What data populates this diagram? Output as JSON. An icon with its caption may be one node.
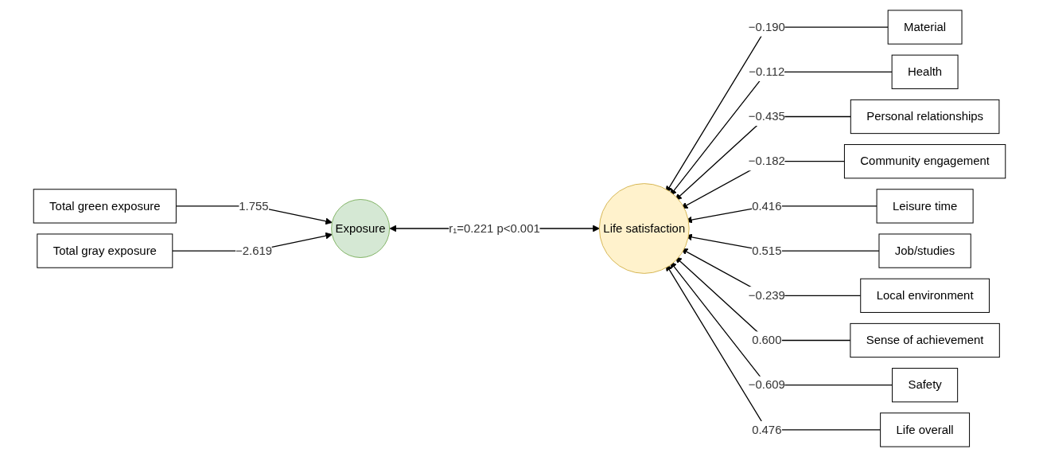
{
  "diagram": {
    "nodes": [
      {
        "text": [
          "Total green exposure"
        ]
      },
      {
        "text": [
          "Total gray exposure"
        ]
      },
      {
        "text": [
          "Exposure"
        ]
      },
      {
        "text": [
          "Life satisfaction"
        ]
      },
      {
        "text": [
          "Material"
        ]
      },
      {
        "text": [
          "Health"
        ]
      },
      {
        "text": [
          "Personal relationships"
        ]
      },
      {
        "text": [
          "Community engagement"
        ]
      },
      {
        "text": [
          "Leisure time"
        ]
      },
      {
        "text": [
          "Job/studies"
        ]
      },
      {
        "text": [
          "Local environment"
        ]
      },
      {
        "text": [
          "Sense of achievement"
        ]
      },
      {
        "text": [
          "Safety"
        ]
      },
      {
        "text": [
          "Life overall"
        ]
      }
    ],
    "edges": [
      {
        "from": 0,
        "to": 2,
        "arrow": "to",
        "label": "1.755"
      },
      {
        "from": 1,
        "to": 2,
        "arrow": "to",
        "label": "−2.619"
      },
      {
        "from": 2,
        "to": 3,
        "arrow": "both",
        "label": "r₁=0.221 p<0.001"
      },
      {
        "from": 4,
        "to": 3,
        "arrow": "to",
        "label": "−0.190"
      },
      {
        "from": 5,
        "to": 3,
        "arrow": "to",
        "label": "−0.112"
      },
      {
        "from": 6,
        "to": 3,
        "arrow": "to",
        "label": "−0.435"
      },
      {
        "from": 7,
        "to": 3,
        "arrow": "to",
        "label": "−0.182"
      },
      {
        "from": 8,
        "to": 3,
        "arrow": "to",
        "label": "0.416"
      },
      {
        "from": 9,
        "to": 3,
        "arrow": "to",
        "label": "0.515"
      },
      {
        "from": 10,
        "to": 3,
        "arrow": "to",
        "label": "−0.239"
      },
      {
        "from": 11,
        "to": 3,
        "arrow": "to",
        "label": "0.600"
      },
      {
        "from": 12,
        "to": 3,
        "arrow": "to",
        "label": "−0.609"
      },
      {
        "from": 13,
        "to": 3,
        "arrow": "to",
        "label": "0.476"
      }
    ]
  }
}
